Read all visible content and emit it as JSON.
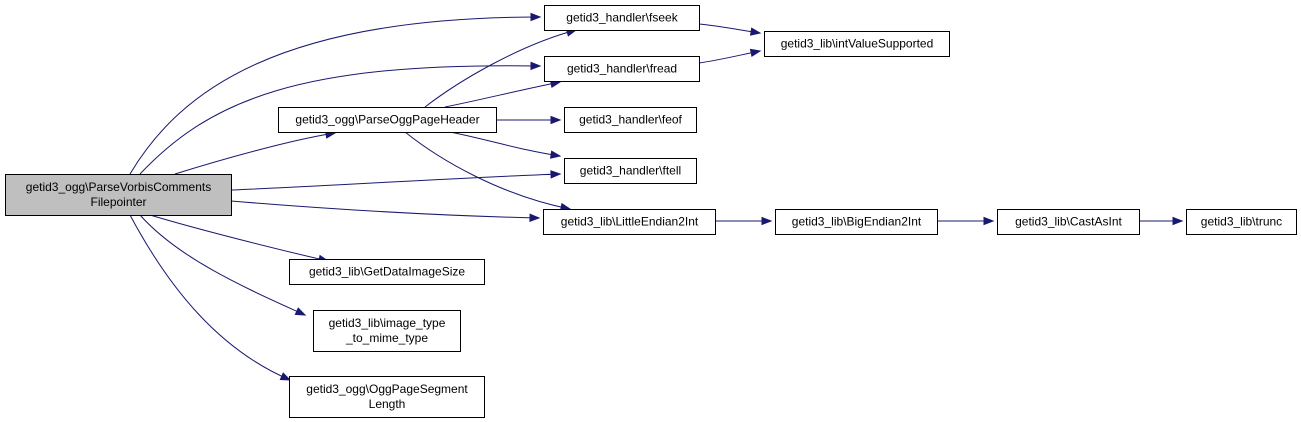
{
  "graph": {
    "nodes": [
      {
        "id": "root",
        "lines": [
          "getid3_ogg\\ParseVorbisComments",
          "Filepointer"
        ],
        "root": true
      },
      {
        "id": "fseek",
        "lines": [
          "getid3_handler\\fseek"
        ]
      },
      {
        "id": "fread",
        "lines": [
          "getid3_handler\\fread"
        ]
      },
      {
        "id": "intvalue",
        "lines": [
          "getid3_lib\\intValueSupported"
        ]
      },
      {
        "id": "parseogg",
        "lines": [
          "getid3_ogg\\ParseOggPageHeader"
        ]
      },
      {
        "id": "feof",
        "lines": [
          "getid3_handler\\feof"
        ]
      },
      {
        "id": "ftell",
        "lines": [
          "getid3_handler\\ftell"
        ]
      },
      {
        "id": "little",
        "lines": [
          "getid3_lib\\LittleEndian2Int"
        ]
      },
      {
        "id": "big",
        "lines": [
          "getid3_lib\\BigEndian2Int"
        ]
      },
      {
        "id": "castas",
        "lines": [
          "getid3_lib\\CastAsInt"
        ]
      },
      {
        "id": "trunc",
        "lines": [
          "getid3_lib\\trunc"
        ]
      },
      {
        "id": "getdata",
        "lines": [
          "getid3_lib\\GetDataImageSize"
        ]
      },
      {
        "id": "imagetype",
        "lines": [
          "getid3_lib\\image_type",
          "_to_mime_type"
        ]
      },
      {
        "id": "oggseg",
        "lines": [
          "getid3_ogg\\OggPageSegment",
          "Length"
        ]
      }
    ],
    "edges": [
      {
        "from": "root",
        "to": "fseek"
      },
      {
        "from": "root",
        "to": "fread"
      },
      {
        "from": "root",
        "to": "parseogg"
      },
      {
        "from": "root",
        "to": "ftell"
      },
      {
        "from": "root",
        "to": "little"
      },
      {
        "from": "root",
        "to": "getdata"
      },
      {
        "from": "root",
        "to": "imagetype"
      },
      {
        "from": "root",
        "to": "oggseg"
      },
      {
        "from": "fseek",
        "to": "intvalue"
      },
      {
        "from": "fread",
        "to": "intvalue"
      },
      {
        "from": "parseogg",
        "to": "fseek"
      },
      {
        "from": "parseogg",
        "to": "fread"
      },
      {
        "from": "parseogg",
        "to": "feof"
      },
      {
        "from": "parseogg",
        "to": "ftell"
      },
      {
        "from": "parseogg",
        "to": "little"
      },
      {
        "from": "little",
        "to": "big"
      },
      {
        "from": "big",
        "to": "castas"
      },
      {
        "from": "castas",
        "to": "trunc"
      }
    ]
  }
}
